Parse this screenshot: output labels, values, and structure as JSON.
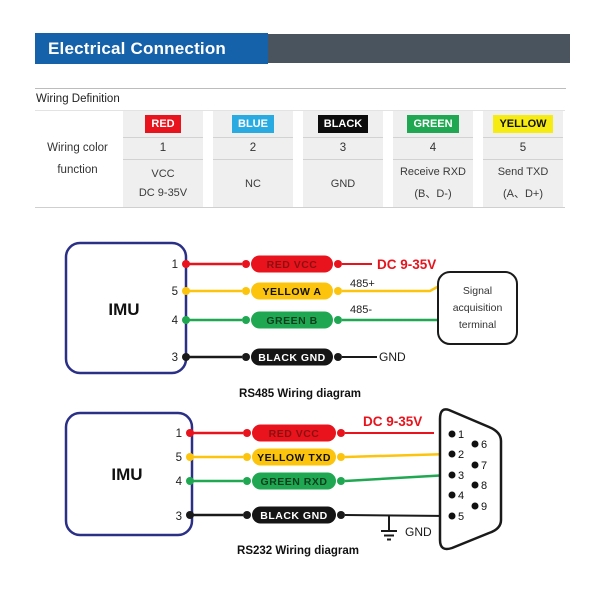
{
  "header": {
    "title": "Electrical Connection"
  },
  "section": {
    "label": "Wiring Definition"
  },
  "table": {
    "row_label_line1": "Wiring color",
    "row_label_line2": "function",
    "columns": [
      {
        "color_name": "RED",
        "number": "1",
        "function_lines": [
          "VCC",
          "DC 9-35V"
        ]
      },
      {
        "color_name": "BLUE",
        "number": "2",
        "function_lines": [
          "NC"
        ]
      },
      {
        "color_name": "BLACK",
        "number": "3",
        "function_lines": [
          "GND"
        ]
      },
      {
        "color_name": "GREEN",
        "number": "4",
        "function_lines": [
          "Receive RXD",
          "(B、D-)"
        ]
      },
      {
        "color_name": "YELLOW",
        "number": "5",
        "function_lines": [
          "Send TXD",
          "(A、D+)"
        ]
      }
    ]
  },
  "rs485": {
    "device_label": "IMU",
    "caption": "RS485 Wiring diagram",
    "power_label": "DC 9-35V",
    "gnd_label": "GND",
    "wires": [
      {
        "pin": "1",
        "label": "RED VCC"
      },
      {
        "pin": "5",
        "label": "YELLOW A",
        "annotation": "485+"
      },
      {
        "pin": "4",
        "label": "GREEN B",
        "annotation": "485-"
      },
      {
        "pin": "3",
        "label": "BLACK GND"
      }
    ],
    "terminal_box_lines": [
      "Signal",
      "acquisition",
      "terminal"
    ]
  },
  "rs232": {
    "device_label": "IMU",
    "caption": "RS232 Wiring diagram",
    "power_label": "DC 9-35V",
    "gnd_label": "GND",
    "wires": [
      {
        "pin": "1",
        "label": "RED VCC"
      },
      {
        "pin": "5",
        "label": "YELLOW TXD"
      },
      {
        "pin": "4",
        "label": "GREEN RXD"
      },
      {
        "pin": "3",
        "label": "BLACK GND"
      }
    ],
    "db9": {
      "left_pins": [
        "1",
        "2",
        "3",
        "4",
        "5"
      ],
      "right_pins": [
        "6",
        "7",
        "8",
        "9"
      ]
    }
  },
  "colors": {
    "header_blue": "#1561aa",
    "header_dark_bar": "#4a545e",
    "red": "#e8131c",
    "blue": "#29abe2",
    "black": "#0c0c0c",
    "green": "#1fa851",
    "yellow_chip": "#f6ec13",
    "yellow_wire": "#fcc40d",
    "imu_border": "#2b3087"
  }
}
